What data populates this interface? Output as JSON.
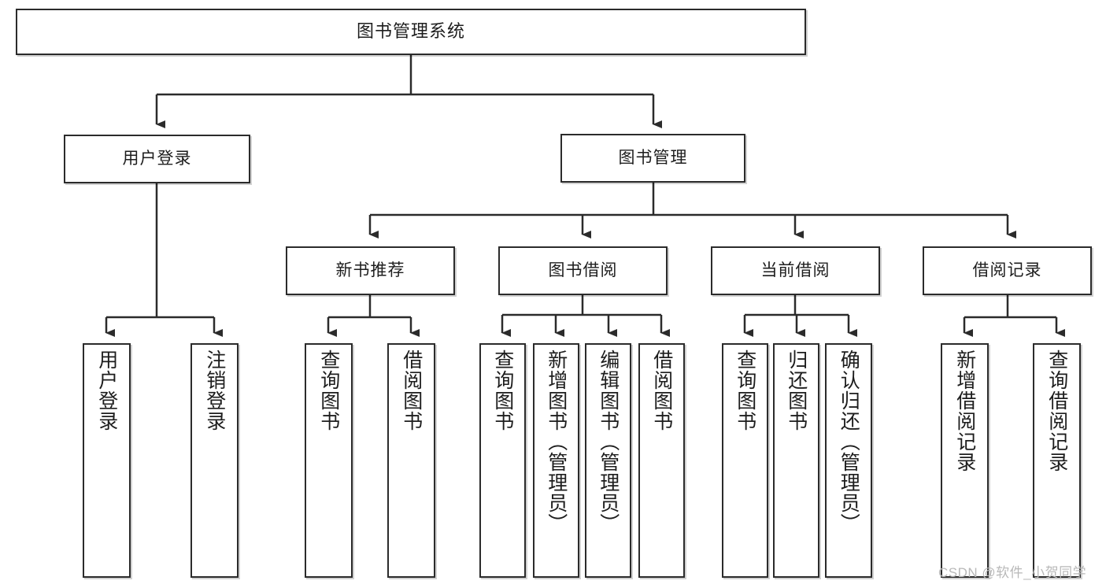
{
  "diagram": {
    "title": "图书管理系统",
    "type": "hierarchy-tree",
    "watermark": "CSDN @软件_小贺同学",
    "colors": {
      "box_border": "#2b2b2b",
      "box_fill": "#ffffff",
      "connector": "#2b2b2b",
      "text": "#1d1d1d",
      "watermark": "#b8b8b8",
      "background": "#ffffff"
    },
    "nodes": {
      "root": {
        "label": "图书管理系统"
      },
      "level1": [
        {
          "label": "用户登录"
        },
        {
          "label": "图书管理"
        }
      ],
      "level2": [
        {
          "label": "新书推荐"
        },
        {
          "label": "图书借阅"
        },
        {
          "label": "当前借阅"
        },
        {
          "label": "借阅记录"
        }
      ],
      "leaves_user_login": [
        {
          "label": "用户登录"
        },
        {
          "label": "注销登录"
        }
      ],
      "leaves_new_book": [
        {
          "label": "查询图书"
        },
        {
          "label": "借阅图书"
        }
      ],
      "leaves_borrow": [
        {
          "label": "查询图书"
        },
        {
          "label": "新增图书（管理员）"
        },
        {
          "label": "编辑图书（管理员）"
        },
        {
          "label": "借阅图书"
        }
      ],
      "leaves_current": [
        {
          "label": "查询图书"
        },
        {
          "label": "归还图书"
        },
        {
          "label": "确认归还（管理员）"
        }
      ],
      "leaves_records": [
        {
          "label": "新增借阅记录"
        },
        {
          "label": "查询借阅记录"
        }
      ]
    }
  }
}
